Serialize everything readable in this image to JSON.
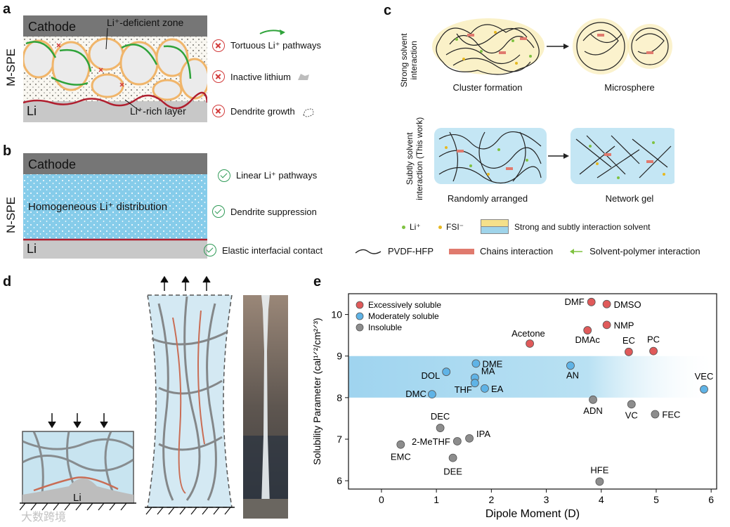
{
  "panel_a": {
    "letter": "a",
    "side_label": "M-SPE",
    "cathode": "Cathode",
    "li": "Li",
    "callout_top": "Li⁺-deficient zone",
    "callout_bottom": "Li⁺-rich layer",
    "legend": [
      {
        "text": "Tortuous Li⁺ pathways",
        "icon": "cross-icon"
      },
      {
        "text": "Inactive lithium",
        "icon": "cross-icon"
      },
      {
        "text": "Dendrite growth",
        "icon": "cross-icon"
      }
    ]
  },
  "panel_b": {
    "letter": "b",
    "side_label": "N-SPE",
    "cathode": "Cathode",
    "li": "Li",
    "middle": "Homogeneous  Li⁺ distribution",
    "legend": [
      {
        "text": "Linear Li⁺ pathways",
        "icon": "check-icon"
      },
      {
        "text": "Dendrite suppression",
        "icon": "check-icon"
      },
      {
        "text": "Elastic interfacial contact",
        "icon": "check-icon"
      }
    ]
  },
  "panel_c": {
    "letter": "c",
    "row1_side": "Strong solvent interaction",
    "row1_left": "Cluster formation",
    "row1_right": "Microsphere",
    "row2_side": "Subtly solvent interaction (This work)",
    "row2_left": "Randomly arranged",
    "row2_right": "Network gel",
    "legend": {
      "li": "Li⁺",
      "fsi": "FSI⁻",
      "solvent": "Strong and subtly interaction solvent",
      "pvdf": "PVDF-HFP",
      "chains": "Chains interaction",
      "solvent_polymer": "Solvent-polymer interaction"
    },
    "colors": {
      "li": "#7fc241",
      "fsi": "#e7b820",
      "chain": "#e07a6e",
      "blue": "#9fd4ea",
      "yellow": "#f5e08a"
    }
  },
  "panel_d": {
    "letter": "d",
    "li": "Li"
  },
  "panel_e": {
    "letter": "e"
  },
  "watermark": "大数跨境",
  "chart_data": {
    "type": "scatter",
    "xlabel": "Dipole Moment (D)",
    "ylabel": "Solubility Parameter (cal¹ᐟ²/cm²ᐟ³)",
    "xlim": [
      -0.6,
      6.1
    ],
    "ylim": [
      5.8,
      10.5
    ],
    "xticks": [
      0,
      1,
      2,
      3,
      4,
      5,
      6
    ],
    "yticks": [
      6,
      7,
      8,
      9,
      10
    ],
    "band": {
      "y0": 8.0,
      "y1": 9.0
    },
    "legend_position": "top-left",
    "series": [
      {
        "name": "Excessively soluble",
        "color": "#e05a5a",
        "points": [
          {
            "label": "DMF",
            "x": 3.82,
            "y": 10.3
          },
          {
            "label": "DMSO",
            "x": 4.1,
            "y": 10.25
          },
          {
            "label": "Acetone",
            "x": 2.7,
            "y": 9.3
          },
          {
            "label": "DMAc",
            "x": 3.75,
            "y": 9.62
          },
          {
            "label": "NMP",
            "x": 4.1,
            "y": 9.75
          },
          {
            "label": "EC",
            "x": 4.5,
            "y": 9.1
          },
          {
            "label": "PC",
            "x": 4.95,
            "y": 9.12
          }
        ]
      },
      {
        "name": "Moderately soluble",
        "color": "#5fb3e6",
        "points": [
          {
            "label": "DME",
            "x": 1.72,
            "y": 8.82
          },
          {
            "label": "DOL",
            "x": 1.18,
            "y": 8.62
          },
          {
            "label": "MA",
            "x": 1.7,
            "y": 8.48
          },
          {
            "label": "THF",
            "x": 1.7,
            "y": 8.35
          },
          {
            "label": "EA",
            "x": 1.88,
            "y": 8.22
          },
          {
            "label": "DMC",
            "x": 0.92,
            "y": 8.08
          },
          {
            "label": "AN",
            "x": 3.44,
            "y": 8.77
          },
          {
            "label": "VEC",
            "x": 5.87,
            "y": 8.2
          }
        ]
      },
      {
        "name": "Insoluble",
        "color": "#8d8d8d",
        "points": [
          {
            "label": "ADN",
            "x": 3.85,
            "y": 7.95
          },
          {
            "label": "VC",
            "x": 4.55,
            "y": 7.84
          },
          {
            "label": "FEC",
            "x": 4.98,
            "y": 7.6
          },
          {
            "label": "DEC",
            "x": 1.07,
            "y": 7.27
          },
          {
            "label": "IPA",
            "x": 1.6,
            "y": 7.02
          },
          {
            "label": "2-MeTHF",
            "x": 1.38,
            "y": 6.95
          },
          {
            "label": "EMC",
            "x": 0.35,
            "y": 6.87
          },
          {
            "label": "DEE",
            "x": 1.3,
            "y": 6.55
          },
          {
            "label": "HFE",
            "x": 3.97,
            "y": 5.98
          }
        ]
      }
    ]
  }
}
